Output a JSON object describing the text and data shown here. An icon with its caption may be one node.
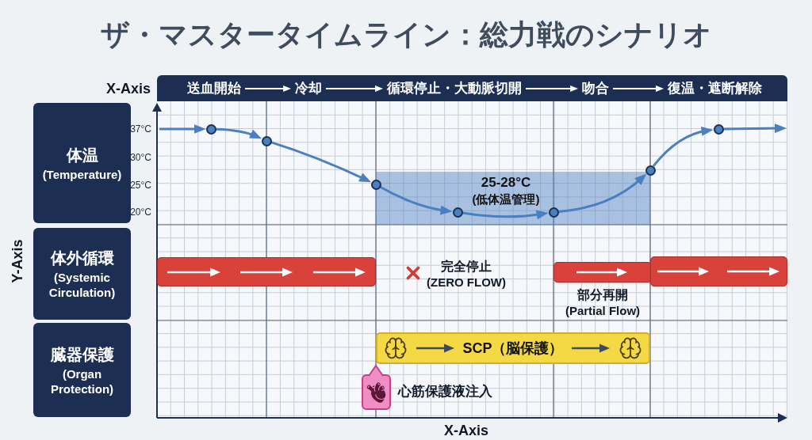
{
  "diagram": {
    "title": "ザ・マスタータイムライン：総力戦のシナリオ",
    "nodes": [
      {
        "text": [
          "送血開始"
        ]
      },
      {
        "text": [
          "冷却"
        ]
      },
      {
        "text": [
          "循環停止・大動脈切開"
        ]
      },
      {
        "text": [
          "吻合"
        ]
      },
      {
        "text": [
          "復温・遮断解除"
        ]
      },
      {
        "text": [
          "体温",
          "(Temperature)"
        ]
      },
      {
        "text": [],
        "shape": "circle"
      },
      {
        "text": [],
        "shape": "circle"
      },
      {
        "text": [],
        "shape": "circle"
      },
      {
        "text": [
          "25-28°C",
          "(低体温管理)"
        ]
      },
      {
        "text": [],
        "shape": "circle",
        "in": 9
      },
      {
        "text": [],
        "shape": "circle",
        "in": 9
      },
      {
        "text": [],
        "shape": "circle"
      },
      {
        "text": [],
        "shape": "circle"
      },
      {
        "text": [
          "体外循環",
          "(Systemic Circulation)"
        ]
      },
      {
        "text": [],
        "shape": "bar"
      },
      {
        "text": [],
        "shape": "bar",
        "beside": [
          "部分再開",
          "(Partial Flow)"
        ]
      },
      {
        "text": [],
        "shape": "bar"
      },
      {
        "text": [
          "臓器保護",
          "(Organ Protection)"
        ]
      },
      {
        "text": [
          "SCP（脳保護）"
        ]
      }
    ],
    "edges": [
      {
        "from": 0,
        "to": 1,
        "arrow": "to",
        "color": "#ffffff"
      },
      {
        "from": 1,
        "to": 2,
        "arrow": "to",
        "color": "#ffffff"
      },
      {
        "from": 2,
        "to": 3,
        "arrow": "to",
        "color": "#ffffff"
      },
      {
        "from": 3,
        "to": 4,
        "arrow": "to",
        "color": "#ffffff"
      },
      {
        "from": null,
        "to": 6,
        "arrow": "to"
      },
      {
        "from": 6,
        "to": 7,
        "arrow": "to"
      },
      {
        "from": 7,
        "to": 8,
        "arrow": "to"
      },
      {
        "from": 8,
        "to": 10,
        "arrow": "to"
      },
      {
        "from": 10,
        "to": 11,
        "arrow": "to"
      },
      {
        "from": 11,
        "to": 12,
        "arrow": "to"
      },
      {
        "from": 12,
        "to": 13,
        "arrow": "to"
      },
      {
        "from": 13,
        "to": null,
        "arrow": "to"
      }
    ],
    "labels": [
      "X-Axis",
      "37°C",
      "30°C",
      "25°C",
      "20°C",
      "Y-Axis",
      "完全停止",
      "(ZERO FLOW)",
      "心筋保護液注入",
      "X-Axis"
    ]
  }
}
